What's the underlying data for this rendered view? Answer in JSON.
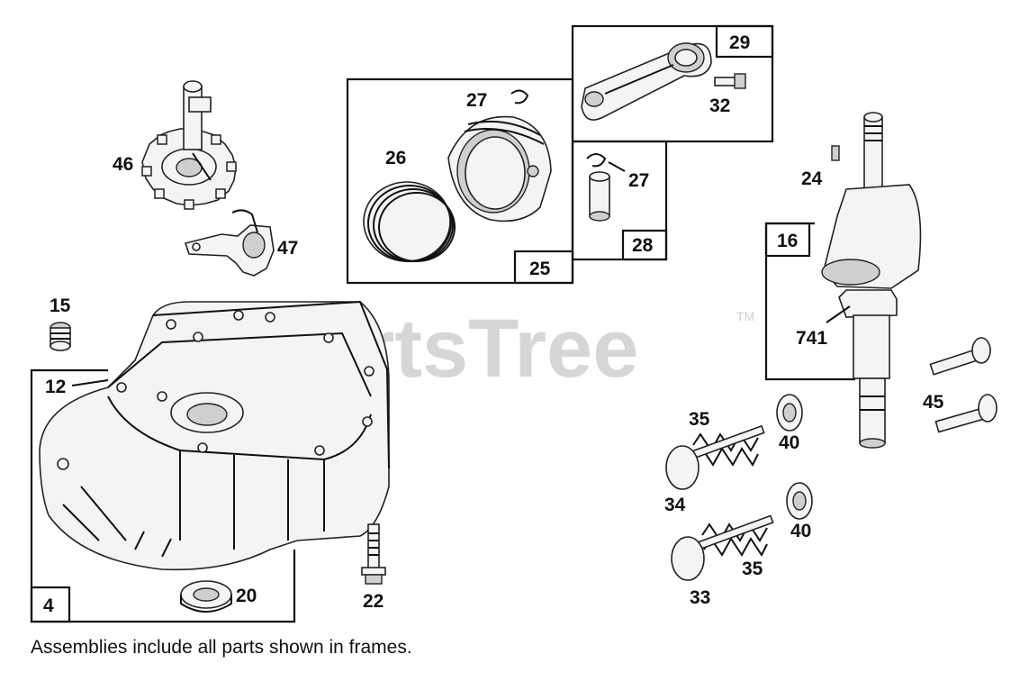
{
  "watermark": {
    "text": "PartsTree",
    "trademark": "TM"
  },
  "note": "Assemblies include all parts shown in frames.",
  "frames": {
    "f4": "4",
    "f12": "12",
    "f16": "16",
    "f25": "25",
    "f28": "28",
    "f29": "29"
  },
  "parts": {
    "p15": "15",
    "p20": "20",
    "p22": "22",
    "p24": "24",
    "p26": "26",
    "p27a": "27",
    "p27b": "27",
    "p32": "32",
    "p33": "33",
    "p34": "34",
    "p35a": "35",
    "p35b": "35",
    "p40a": "40",
    "p40b": "40",
    "p45": "45",
    "p46": "46",
    "p47": "47",
    "p741": "741"
  }
}
